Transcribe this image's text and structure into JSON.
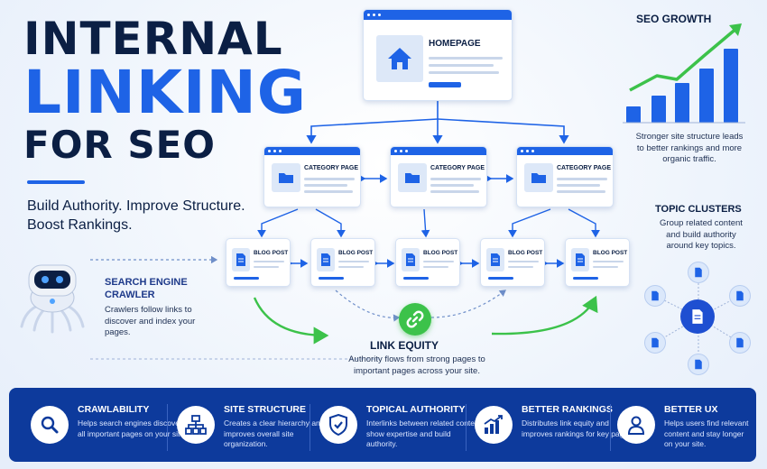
{
  "title": {
    "line1": "INTERNAL",
    "line2": "LINKING",
    "line3": "FOR SEO"
  },
  "tagline": "Build Authority. Improve Structure. Boost Rankings.",
  "homepage": {
    "label": "HOMEPAGE"
  },
  "categories": [
    "CATEGORY PAGE",
    "CATEGORY PAGE",
    "CATEGORY PAGE"
  ],
  "blogs": [
    "BLOG POST",
    "BLOG POST",
    "BLOG POST",
    "BLOG POST",
    "BLOG POST"
  ],
  "seo_growth": {
    "title": "SEO GROWTH",
    "text": "Stronger site structure leads to better rankings and more organic traffic."
  },
  "topic_clusters": {
    "title": "TOPIC CLUSTERS",
    "text": "Group related content and build authority around key topics."
  },
  "crawler": {
    "title": "SEARCH ENGINE CRAWLER",
    "text": "Crawlers follow links to discover and index your pages."
  },
  "link_equity": {
    "title": "LINK EQUITY",
    "text": "Authority flows from strong pages to important pages across your site."
  },
  "features": [
    {
      "title": "CRAWLABILITY",
      "text": "Helps search engines discover all important pages on your site.",
      "icon": "magnifier-icon"
    },
    {
      "title": "SITE STRUCTURE",
      "text": "Creates a clear hierarchy and improves overall site organization.",
      "icon": "hierarchy-icon"
    },
    {
      "title": "TOPICAL AUTHORITY",
      "text": "Interlinks between related content show expertise and build authority.",
      "icon": "shield-check-icon"
    },
    {
      "title": "BETTER RANKINGS",
      "text": "Distributes link equity and improves rankings for key pages.",
      "icon": "bar-chart-icon"
    },
    {
      "title": "BETTER UX",
      "text": "Helps users find relevant content and stay longer on your site.",
      "icon": "user-icon"
    }
  ],
  "colors": {
    "navy": "#0b1f44",
    "blue": "#1e63e6",
    "green": "#3cc24a",
    "band": "#0d3a9c"
  }
}
